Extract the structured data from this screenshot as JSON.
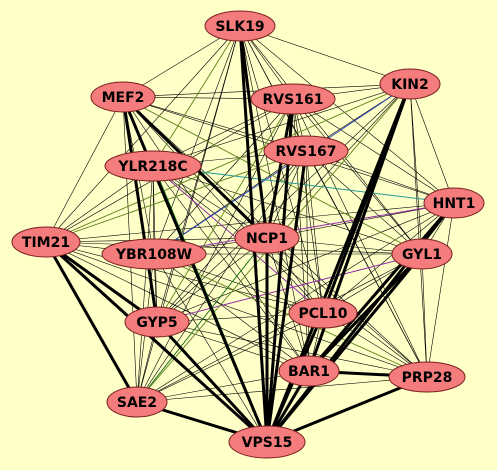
{
  "colors": {
    "background": "#ffffc8",
    "node_fill": "#f47c7c",
    "node_stroke": "#7a2020",
    "edge_default": "#000000",
    "edge_green": "#1a7a1a",
    "edge_olive": "#6b8e23",
    "edge_purple": "#9b30b0",
    "edge_blue": "#3050c8",
    "edge_cyan": "#20a0a0"
  },
  "nodes": [
    {
      "id": "SLK19",
      "label": "SLK19"
    },
    {
      "id": "KIN2",
      "label": "KIN2"
    },
    {
      "id": "MEF2",
      "label": "MEF2"
    },
    {
      "id": "RVS161",
      "label": "RVS161"
    },
    {
      "id": "RVS167",
      "label": "RVS167"
    },
    {
      "id": "YLR218C",
      "label": "YLR218C"
    },
    {
      "id": "HNT1",
      "label": "HNT1"
    },
    {
      "id": "TIM21",
      "label": "TIM21"
    },
    {
      "id": "NCP1",
      "label": "NCP1"
    },
    {
      "id": "YBR108W",
      "label": "YBR108W"
    },
    {
      "id": "GYL1",
      "label": "GYL1"
    },
    {
      "id": "PCL10",
      "label": "PCL10"
    },
    {
      "id": "GYP5",
      "label": "GYP5"
    },
    {
      "id": "BAR1",
      "label": "BAR1"
    },
    {
      "id": "PRP28",
      "label": "PRP28"
    },
    {
      "id": "SAE2",
      "label": "SAE2"
    },
    {
      "id": "VPS15",
      "label": "VPS15"
    }
  ],
  "heavy_edges": [
    [
      "VPS15",
      "SLK19"
    ],
    [
      "VPS15",
      "MEF2"
    ],
    [
      "VPS15",
      "TIM21"
    ],
    [
      "VPS15",
      "KIN2"
    ],
    [
      "VPS15",
      "HNT1"
    ],
    [
      "VPS15",
      "GYL1"
    ],
    [
      "VPS15",
      "RVS161"
    ],
    [
      "VPS15",
      "RVS167"
    ],
    [
      "VPS15",
      "NCP1"
    ],
    [
      "VPS15",
      "BAR1"
    ],
    [
      "VPS15",
      "PRP28"
    ],
    [
      "VPS15",
      "SAE2"
    ],
    [
      "VPS15",
      "GYP5"
    ],
    [
      "VPS15",
      "PCL10"
    ],
    [
      "MEF2",
      "NCP1"
    ],
    [
      "MEF2",
      "GYP5"
    ],
    [
      "SLK19",
      "NCP1"
    ],
    [
      "TIM21",
      "GYP5"
    ],
    [
      "TIM21",
      "SAE2"
    ],
    [
      "KIN2",
      "BAR1"
    ],
    [
      "KIN2",
      "PCL10"
    ],
    [
      "GYL1",
      "BAR1"
    ],
    [
      "HNT1",
      "BAR1"
    ],
    [
      "PRP28",
      "BAR1"
    ],
    [
      "RVS161",
      "NCP1"
    ]
  ],
  "green_edges": [
    [
      "YLR218C",
      "VPS15"
    ],
    [
      "MEF2",
      "VPS15"
    ]
  ],
  "colored_edges": [
    {
      "from": "KIN2",
      "to": "YBR108W",
      "color": "edge_blue"
    },
    {
      "from": "KIN2",
      "to": "TIM21",
      "color": "edge_olive"
    },
    {
      "from": "SLK19",
      "to": "YLR218C",
      "color": "edge_olive"
    },
    {
      "from": "MEF2",
      "to": "GYL1",
      "color": "edge_olive"
    },
    {
      "from": "RVS167",
      "to": "TIM21",
      "color": "edge_olive"
    },
    {
      "from": "HNT1",
      "to": "YBR108W",
      "color": "edge_purple"
    },
    {
      "from": "GYL1",
      "to": "GYP5",
      "color": "edge_purple"
    },
    {
      "from": "PCL10",
      "to": "YLR218C",
      "color": "edge_purple"
    },
    {
      "from": "RVS161",
      "to": "GYP5",
      "color": "edge_olive"
    },
    {
      "from": "KIN2",
      "to": "SAE2",
      "color": "edge_olive"
    },
    {
      "from": "HNT1",
      "to": "YLR218C",
      "color": "edge_cyan"
    },
    {
      "from": "SAE2",
      "to": "NCP1",
      "color": "edge_green"
    },
    {
      "from": "PRP28",
      "to": "YBR108W",
      "color": "edge_olive"
    }
  ]
}
